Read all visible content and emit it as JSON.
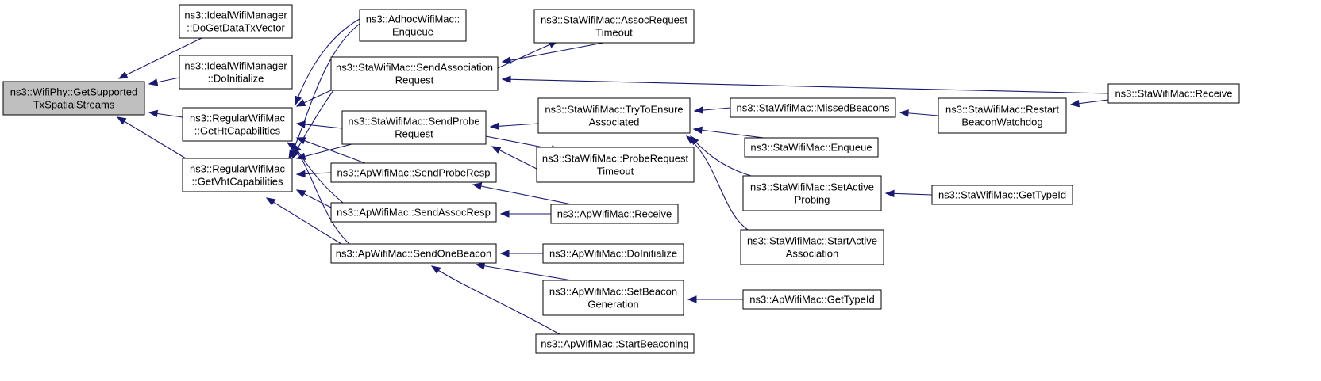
{
  "diagram": {
    "type": "call-graph",
    "root": "n_root",
    "colors": {
      "edge": "#191970",
      "root_fill": "#bfbfbf",
      "node_fill": "#ffffff",
      "node_border": "#000000"
    },
    "nodes": [
      {
        "id": "n_root",
        "lines": [
          "ns3::WifiPhy::GetSupported",
          "TxSpatialStreams"
        ]
      },
      {
        "id": "n_ideal_dgdtv",
        "lines": [
          "ns3::IdealWifiManager",
          "::DoGetDataTxVector"
        ]
      },
      {
        "id": "n_ideal_doinit",
        "lines": [
          "ns3::IdealWifiManager",
          "::DoInitialize"
        ]
      },
      {
        "id": "n_rwm_ght",
        "lines": [
          "ns3::RegularWifiMac",
          "::GetHtCapabilities"
        ]
      },
      {
        "id": "n_rwm_gvht",
        "lines": [
          "ns3::RegularWifiMac",
          "::GetVhtCapabilities"
        ]
      },
      {
        "id": "n_adhoc_enq",
        "lines": [
          "ns3::AdhocWifiMac::",
          "Enqueue"
        ]
      },
      {
        "id": "n_sta_sendassoc",
        "lines": [
          "ns3::StaWifiMac::SendAssociation",
          "Request"
        ]
      },
      {
        "id": "n_sta_sendprobe",
        "lines": [
          "ns3::StaWifiMac::SendProbe",
          "Request"
        ]
      },
      {
        "id": "n_ap_sendproberesp",
        "lines": [
          "ns3::ApWifiMac::SendProbeResp"
        ]
      },
      {
        "id": "n_ap_sendassocresp",
        "lines": [
          "ns3::ApWifiMac::SendAssocResp"
        ]
      },
      {
        "id": "n_ap_sendbeacon",
        "lines": [
          "ns3::ApWifiMac::SendOneBeacon"
        ]
      },
      {
        "id": "n_sta_assoctimeout",
        "lines": [
          "ns3::StaWifiMac::AssocRequest",
          "Timeout"
        ]
      },
      {
        "id": "n_sta_trytoensure",
        "lines": [
          "ns3::StaWifiMac::TryToEnsure",
          "Associated"
        ]
      },
      {
        "id": "n_sta_probetimeout",
        "lines": [
          "ns3::StaWifiMac::ProbeRequest",
          "Timeout"
        ]
      },
      {
        "id": "n_ap_receive",
        "lines": [
          "ns3::ApWifiMac::Receive"
        ]
      },
      {
        "id": "n_ap_doinit",
        "lines": [
          "ns3::ApWifiMac::DoInitialize"
        ]
      },
      {
        "id": "n_ap_setbeacongen",
        "lines": [
          "ns3::ApWifiMac::SetBeacon",
          "Generation"
        ]
      },
      {
        "id": "n_ap_startbeaconing",
        "lines": [
          "ns3::ApWifiMac::StartBeaconing"
        ]
      },
      {
        "id": "n_sta_missedbeacons",
        "lines": [
          "ns3::StaWifiMac::MissedBeacons"
        ]
      },
      {
        "id": "n_sta_enqueue",
        "lines": [
          "ns3::StaWifiMac::Enqueue"
        ]
      },
      {
        "id": "n_sta_setactiveprobing",
        "lines": [
          "ns3::StaWifiMac::SetActive",
          "Probing"
        ]
      },
      {
        "id": "n_sta_startactiveassoc",
        "lines": [
          "ns3::StaWifiMac::StartActive",
          "Association"
        ]
      },
      {
        "id": "n_ap_gettypeid",
        "lines": [
          "ns3::ApWifiMac::GetTypeId"
        ]
      },
      {
        "id": "n_sta_restartwatchdog",
        "lines": [
          "ns3::StaWifiMac::Restart",
          "BeaconWatchdog"
        ]
      },
      {
        "id": "n_sta_gettypeid",
        "lines": [
          "ns3::StaWifiMac::GetTypeId"
        ]
      },
      {
        "id": "n_sta_receive",
        "lines": [
          "ns3::StaWifiMac::Receive"
        ]
      }
    ],
    "edges": [
      {
        "from": "n_ideal_dgdtv",
        "to": "n_root"
      },
      {
        "from": "n_ideal_doinit",
        "to": "n_root"
      },
      {
        "from": "n_rwm_ght",
        "to": "n_root"
      },
      {
        "from": "n_rwm_gvht",
        "to": "n_root"
      },
      {
        "from": "n_adhoc_enq",
        "to": "n_rwm_ght"
      },
      {
        "from": "n_sta_sendassoc",
        "to": "n_rwm_ght"
      },
      {
        "from": "n_sta_sendprobe",
        "to": "n_rwm_ght"
      },
      {
        "from": "n_ap_sendproberesp",
        "to": "n_rwm_ght"
      },
      {
        "from": "n_ap_sendassocresp",
        "to": "n_rwm_ght"
      },
      {
        "from": "n_ap_sendbeacon",
        "to": "n_rwm_ght"
      },
      {
        "from": "n_adhoc_enq",
        "to": "n_rwm_gvht"
      },
      {
        "from": "n_sta_sendassoc",
        "to": "n_rwm_gvht"
      },
      {
        "from": "n_sta_sendprobe",
        "to": "n_rwm_gvht"
      },
      {
        "from": "n_ap_sendproberesp",
        "to": "n_rwm_gvht"
      },
      {
        "from": "n_ap_sendassocresp",
        "to": "n_rwm_gvht"
      },
      {
        "from": "n_ap_sendbeacon",
        "to": "n_rwm_gvht"
      },
      {
        "from": "n_sta_assoctimeout",
        "to": "n_sta_sendassoc"
      },
      {
        "from": "n_sta_sendassoc",
        "to": "n_sta_assoctimeout"
      },
      {
        "from": "n_sta_receive",
        "to": "n_sta_sendassoc"
      },
      {
        "from": "n_sta_trytoensure",
        "to": "n_sta_sendprobe"
      },
      {
        "from": "n_sta_probetimeout",
        "to": "n_sta_sendprobe"
      },
      {
        "from": "n_sta_sendprobe",
        "to": "n_sta_probetimeout"
      },
      {
        "from": "n_ap_receive",
        "to": "n_ap_sendproberesp"
      },
      {
        "from": "n_ap_receive",
        "to": "n_ap_sendassocresp"
      },
      {
        "from": "n_ap_doinit",
        "to": "n_ap_sendbeacon"
      },
      {
        "from": "n_ap_setbeacongen",
        "to": "n_ap_sendbeacon"
      },
      {
        "from": "n_ap_startbeaconing",
        "to": "n_ap_sendbeacon"
      },
      {
        "from": "n_sta_missedbeacons",
        "to": "n_sta_trytoensure"
      },
      {
        "from": "n_sta_enqueue",
        "to": "n_sta_trytoensure"
      },
      {
        "from": "n_sta_setactiveprobing",
        "to": "n_sta_trytoensure"
      },
      {
        "from": "n_sta_startactiveassoc",
        "to": "n_sta_trytoensure"
      },
      {
        "from": "n_ap_gettypeid",
        "to": "n_ap_setbeacongen"
      },
      {
        "from": "n_sta_restartwatchdog",
        "to": "n_sta_missedbeacons"
      },
      {
        "from": "n_sta_gettypeid",
        "to": "n_sta_setactiveprobing"
      },
      {
        "from": "n_sta_receive",
        "to": "n_sta_restartwatchdog"
      }
    ]
  }
}
